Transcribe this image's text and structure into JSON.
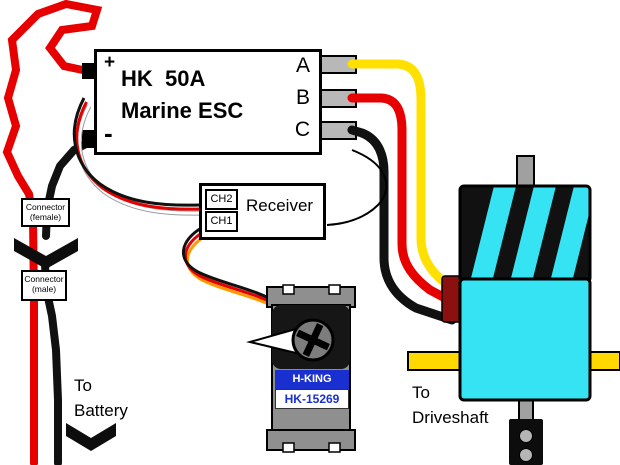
{
  "esc": {
    "plus_label": "+",
    "minus_label": "-",
    "name_line1": "HK  50A",
    "name_line2": "Marine ESC",
    "port_a": "A",
    "port_b": "B",
    "port_c": "C"
  },
  "receiver": {
    "label": "Receiver",
    "channel_top": "CH2",
    "channel_bottom": "CH1"
  },
  "connector_female": {
    "line1": "Connector",
    "line2": "(female)"
  },
  "connector_male": {
    "line1": "Connector",
    "line2": "(male)"
  },
  "servo": {
    "brand": "H-KING",
    "model": "HK-15269"
  },
  "battery_label": {
    "line1": "To",
    "line2": "Battery"
  },
  "driveshaft_label": {
    "line1": "To",
    "line2": "Driveshaft"
  },
  "icons": {
    "connector_symbol": "chevron-band-down",
    "battery_arrow": "chevron-band-down",
    "servo_pointer": "left-pointing-wedge",
    "servo_screw": "phillips-cross"
  },
  "colors": {
    "wire_positive": "#e60000",
    "wire_negative": "#111111",
    "wire_phase_a_yellow": "#ffe000",
    "wire_phase_b_red": "#e60000",
    "wire_phase_c_black": "#111111",
    "servo_signal_orange": "#ff9900",
    "receiver_lead_white": "#ffffff",
    "motor_body_cyan": "#35e3f2",
    "mount_bar_yellow": "#ffd800",
    "servo_body_gray": "#8f8f8f",
    "brand_label_blue": "#1a2fd0",
    "bullet_connector_dark_red": "#8b1111"
  }
}
